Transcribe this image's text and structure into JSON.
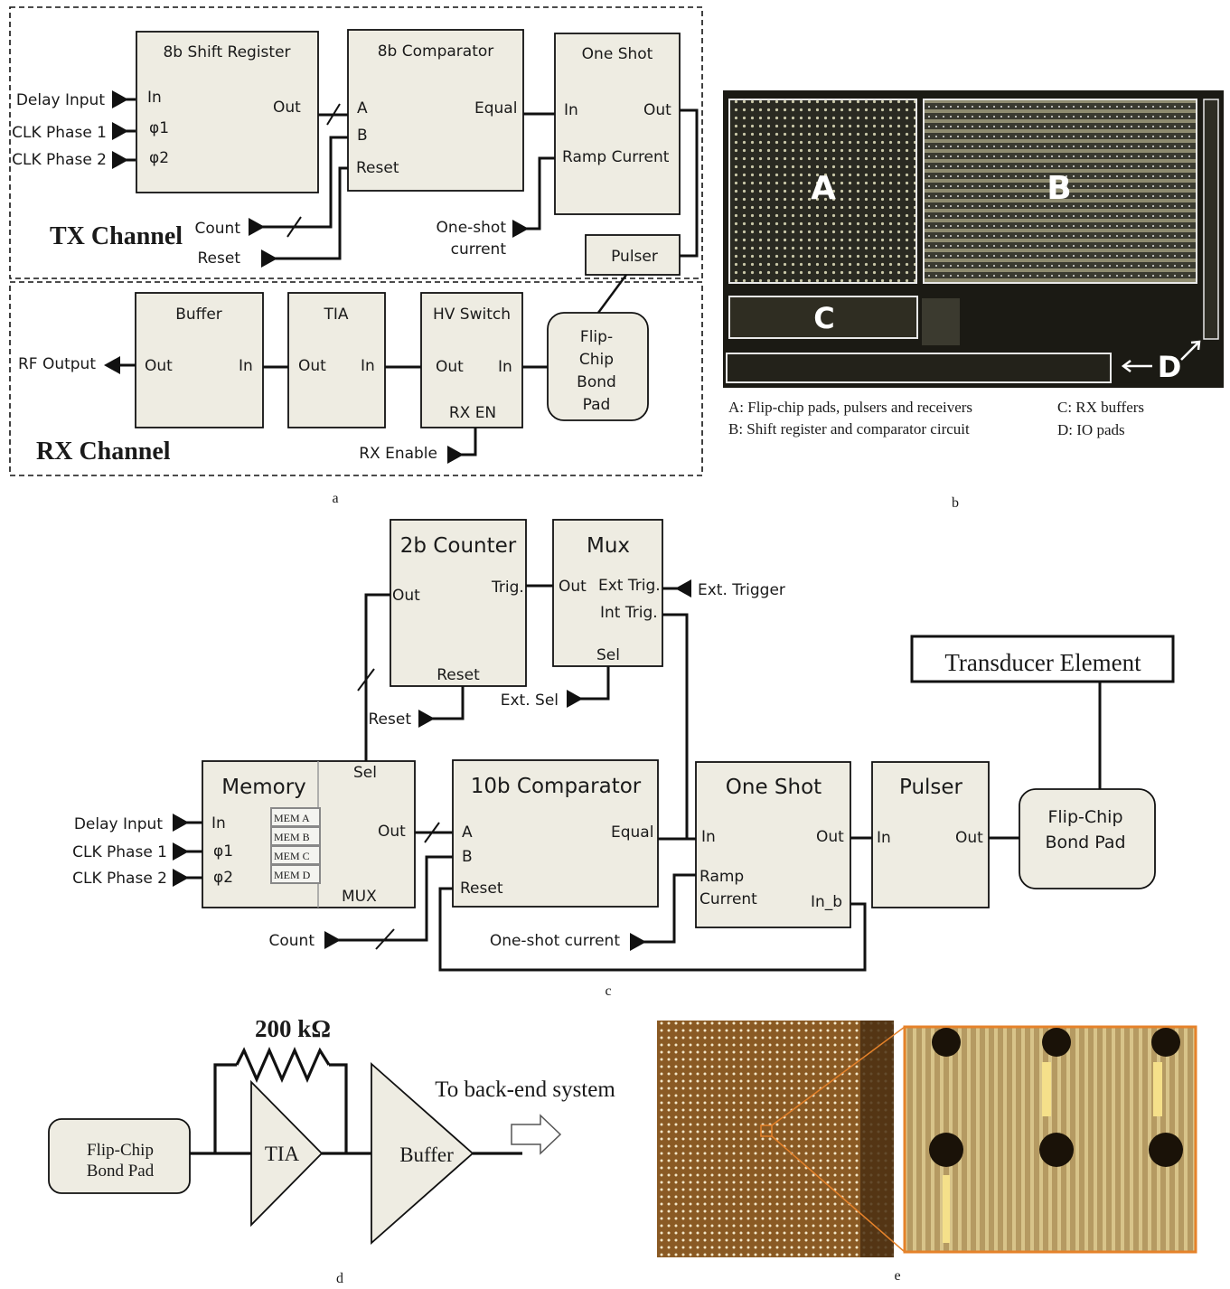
{
  "panel_a": {
    "shift_register": {
      "title": "8b Shift Register",
      "in": "In",
      "phi1": "φ1",
      "phi2": "φ2",
      "out": "Out"
    },
    "comparator": {
      "title": "8b Comparator",
      "a": "A",
      "b": "B",
      "reset": "Reset",
      "equal": "Equal"
    },
    "one_shot": {
      "title": "One Shot",
      "in": "In",
      "out": "Out",
      "ramp": "Ramp Current"
    },
    "pulser": "Pulser",
    "bond_pad": [
      "Flip-",
      "Chip",
      "Bond",
      "Pad"
    ],
    "buffer": {
      "title": "Buffer",
      "out": "Out",
      "in": "In"
    },
    "tia": {
      "title": "TIA",
      "out": "Out",
      "in": "In"
    },
    "hv_switch": {
      "title": "HV Switch",
      "out": "Out",
      "in": "In",
      "rx_en": "RX EN"
    },
    "inputs": {
      "delay_input": "Delay Input",
      "clk1": "CLK Phase 1",
      "clk2": "CLK Phase 2",
      "count": "Count",
      "reset": "Reset",
      "one_shot_current_1": "One-shot",
      "one_shot_current_2": "current",
      "rx_enable": "RX Enable",
      "rf_output": "RF Output"
    },
    "tx_label": "TX Channel",
    "rx_label": "RX Channel",
    "caption": "a"
  },
  "panel_b": {
    "labels": {
      "A": "A",
      "B": "B",
      "C": "C",
      "D": "D"
    },
    "legend": {
      "a": "A: Flip-chip pads, pulsers and receivers",
      "b": "B:  Shift register and comparator circuit",
      "c": "C: RX buffers",
      "d": "D: IO pads"
    },
    "caption": "b",
    "colors": {
      "die": "#1b1a14",
      "block_border": "#e8e8e8"
    }
  },
  "panel_c": {
    "counter": {
      "title": "2b Counter",
      "trig": "Trig.",
      "out": "Out",
      "reset": "Reset"
    },
    "mux": {
      "title": "Mux",
      "out": "Out",
      "ext": "Ext Trig.",
      "int": "Int Trig.",
      "sel": "Sel"
    },
    "memory": {
      "title": "Memory",
      "sel": "Sel",
      "in": "In",
      "phi1": "φ1",
      "phi2": "φ2",
      "out": "Out",
      "mux": "MUX",
      "mem": [
        "MEM A",
        "MEM B",
        "MEM C",
        "MEM D"
      ]
    },
    "comparator": {
      "title": "10b Comparator",
      "a": "A",
      "b": "B",
      "reset": "Reset",
      "equal": "Equal"
    },
    "one_shot": {
      "title": "One Shot",
      "in": "In",
      "out": "Out",
      "ramp1": "Ramp",
      "ramp2": "Current",
      "inb": "In_b"
    },
    "pulser": {
      "title": "Pulser",
      "in": "In",
      "out": "Out"
    },
    "bond_pad": [
      "Flip-Chip",
      "Bond Pad"
    ],
    "transducer": "Transducer Element",
    "inputs": {
      "ext_trigger": "Ext. Trigger",
      "ext_sel": "Ext. Sel",
      "reset": "Reset",
      "delay_input": "Delay Input",
      "clk1": "CLK Phase 1",
      "clk2": "CLK Phase 2",
      "count": "Count",
      "one_shot_current": "One-shot current"
    },
    "caption": "c"
  },
  "panel_d": {
    "resistor": "200 kΩ",
    "bond_pad": [
      "Flip-Chip",
      "Bond Pad"
    ],
    "tia": "TIA",
    "buffer": "Buffer",
    "backend": "To back-end system",
    "caption": "d"
  },
  "panel_e": {
    "caption": "e",
    "colors": {
      "chip": "#8a5a24",
      "zoom_border": "#e5822a",
      "zoom_bg": "#b89a5a"
    }
  }
}
